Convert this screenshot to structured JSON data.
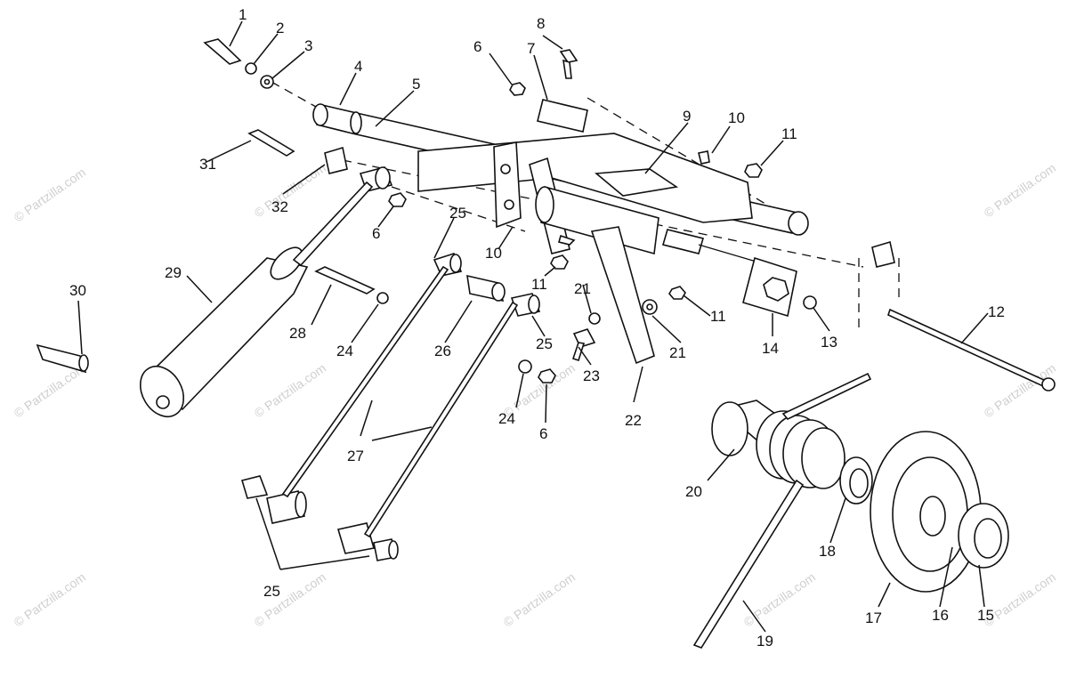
{
  "diagram": {
    "callouts": [
      "1",
      "2",
      "3",
      "4",
      "5",
      "6",
      "6",
      "6",
      "7",
      "8",
      "9",
      "10",
      "10",
      "11",
      "11",
      "11",
      "12",
      "13",
      "14",
      "15",
      "16",
      "17",
      "18",
      "19",
      "20",
      "21",
      "21",
      "22",
      "23",
      "24",
      "24",
      "25",
      "25",
      "25",
      "26",
      "27",
      "28",
      "29",
      "30",
      "31",
      "32"
    ],
    "watermark": "© Partzilla.com"
  },
  "colors": {
    "line": "#111111",
    "background": "#ffffff",
    "watermark": "#cfcfcf"
  }
}
